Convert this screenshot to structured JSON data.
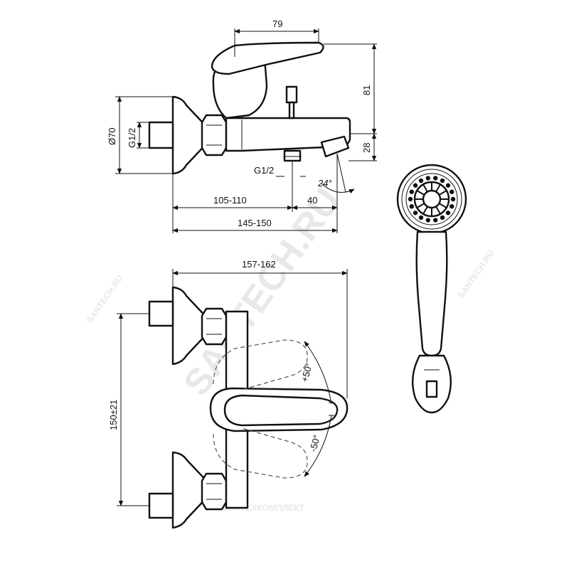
{
  "dimensions": {
    "top_width": "79",
    "height_lever": "81",
    "height_spout": "28",
    "diameter": "Ø70",
    "inlet_thread": "G1/2",
    "outlet_thread": "G1/2",
    "spout_angle": "24°",
    "wall_to_outlet": "105-110",
    "outlet_to_spout": "40",
    "wall_to_spout": "145-150",
    "total_depth": "157-162",
    "inlet_spacing": "150±21",
    "rotation_plus": "+50°",
    "rotation_minus": "-50°"
  },
  "watermarks": {
    "main": "SANTECH.RU",
    "small_left": "SANTECH.RU",
    "small_right": "SANTECH.RU",
    "footer": "© САНТЕХКОМПЛЕКТ"
  },
  "colors": {
    "line": "#111111",
    "watermark": "#e8e8e8"
  }
}
